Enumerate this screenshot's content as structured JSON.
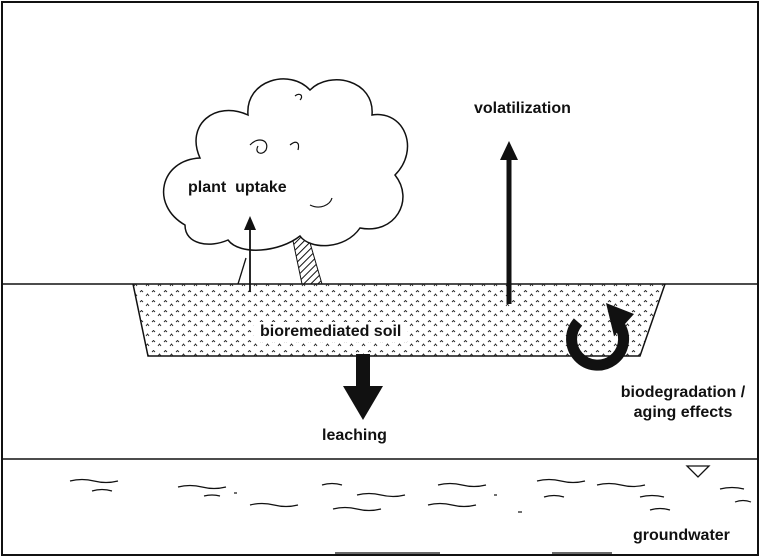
{
  "labels": {
    "volatilization": "volatilization",
    "plant_uptake": "plant  uptake",
    "bioremediated_soil": "bioremediated soil",
    "leaching": "leaching",
    "biodegradation_line1": "biodegradation /",
    "biodegradation_line2": "aging effects",
    "groundwater": "groundwater"
  },
  "icons": {
    "tree": "tree-icon",
    "water_table": "water-table-triangle-icon",
    "cycle": "circular-arrow-icon"
  },
  "colors": {
    "ink": "#111111",
    "background": "#ffffff"
  }
}
